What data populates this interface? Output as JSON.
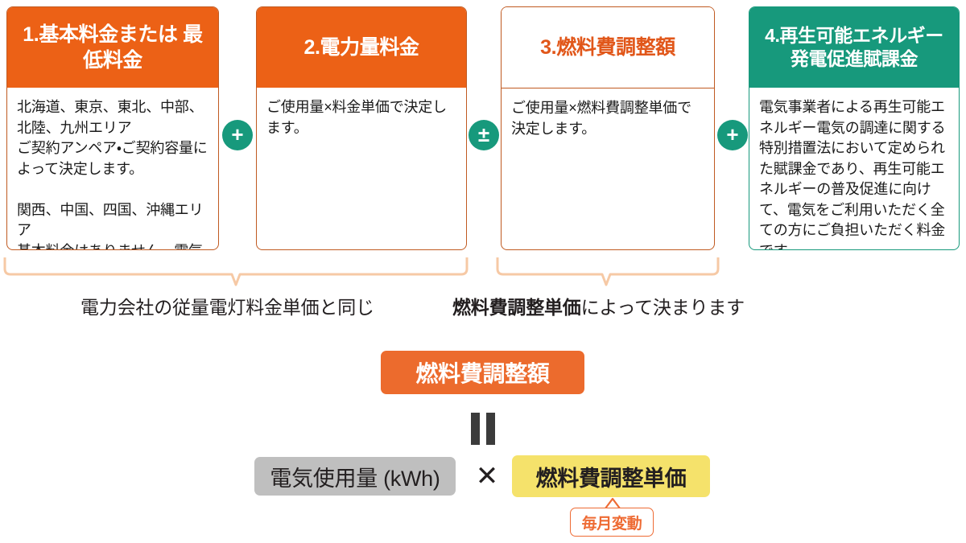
{
  "cards": [
    {
      "title": "1.基本料金または\n最低料金",
      "body": "北海道、東京、東北、中部、北陸、九州エリア\nご契約アンペア・ご契約容量によって決定します。\n\n関西、中国、四国、沖縄エリア\n基本料金はありません。電気ご使用量に関わらず、一律の最低料金がかかります。",
      "style": "filled-orange"
    },
    {
      "title": "2.電力量料金",
      "body": "ご使用量×料金単価で決定します。",
      "style": "filled-orange"
    },
    {
      "title": "3.燃料費調整額",
      "body": "ご使用量×燃料費調整単価で決定します。",
      "style": "plain-orange"
    },
    {
      "title": "4.再生可能エネルギー\n発電促進賦課金",
      "body": "電気事業者による再生可能エネルギー電気の調達に関する特別措置法において定められた賦課金であり、再生可能エネルギーの普及促進に向けて、電気をご利用いただく全ての方にご負担いただく料金です。",
      "style": "filled-teal"
    }
  ],
  "operators": [
    {
      "symbol": "+",
      "name": "plus-operator-1"
    },
    {
      "symbol": "±",
      "name": "plusminus-operator"
    },
    {
      "symbol": "+",
      "name": "plus-operator-2"
    }
  ],
  "brackets": [
    {
      "label_plain": "電力会社の従量電灯料金単価と同じ",
      "label_bold": ""
    },
    {
      "label_bold": "燃料費調整単価",
      "label_plain": "によって決まります"
    }
  ],
  "formula": {
    "result_label": "燃料費調整額",
    "equals_symbol": "=",
    "usage_label": "電気使用量 (kWh)",
    "times_symbol": "✕",
    "unitprice_label": "燃料費調整単価",
    "callout_label": "毎月変動"
  },
  "colors": {
    "orange": "#ec6116",
    "orange_border": "#c05a21",
    "orange_text": "#e1571a",
    "teal": "#17997c",
    "result_orange": "#ec6b2d",
    "gray": "#bfbfbf",
    "yellow": "#f5e26b",
    "bracket_line": "#f6c9a5",
    "callout_orange": "#ee6b34"
  }
}
